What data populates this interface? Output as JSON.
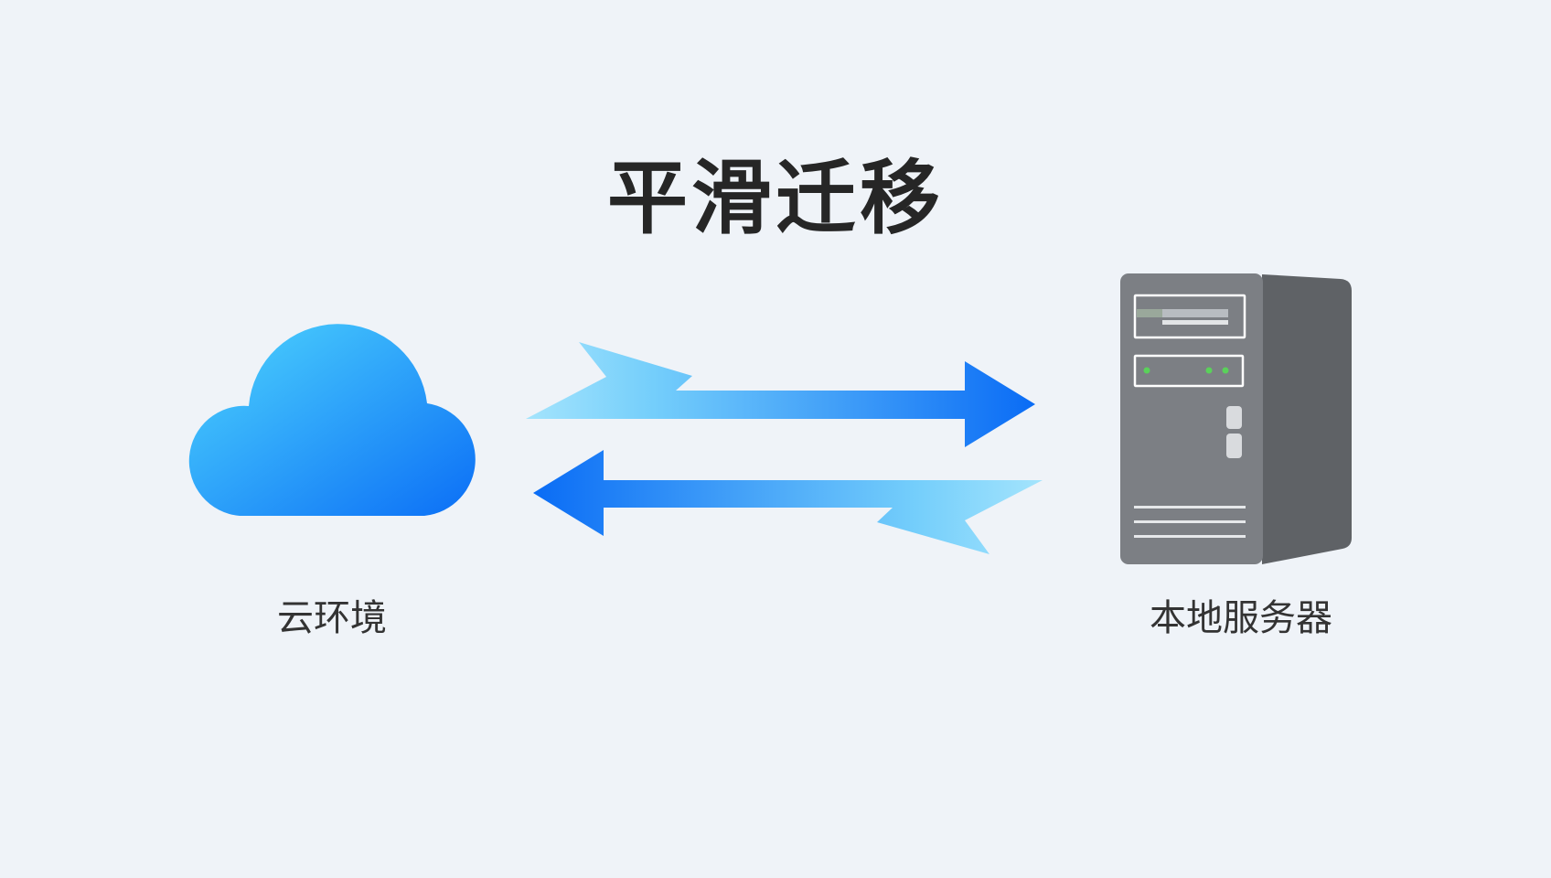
{
  "diagram": {
    "title": "平滑迁移",
    "nodes": [
      {
        "id": "cloud",
        "label": "云环境",
        "icon": "cloud-icon"
      },
      {
        "id": "server",
        "label": "本地服务器",
        "icon": "server-tower-icon"
      }
    ],
    "edges": [
      {
        "from": "cloud",
        "to": "server",
        "direction": "right"
      },
      {
        "from": "server",
        "to": "cloud",
        "direction": "left"
      }
    ]
  },
  "colors": {
    "background": "#eff3f8",
    "cloud_light": "#4fd6fd",
    "cloud_dark": "#0b6ef6",
    "arrow_light": "#8fdcfb",
    "arrow_dark": "#0a6cf5",
    "server_front": "#7c7f84",
    "server_side": "#5f6266",
    "led_green": "#5ad15a"
  }
}
